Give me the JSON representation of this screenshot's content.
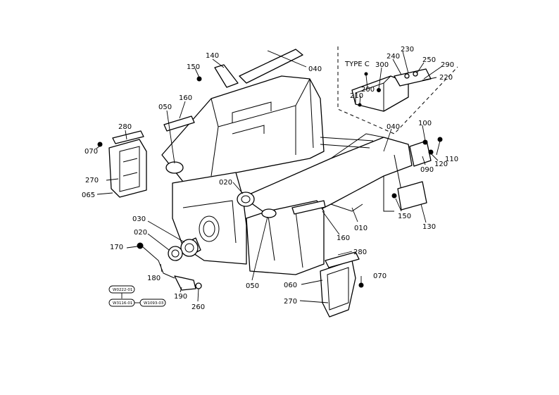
{
  "labels": {
    "l040a": "040",
    "l140": "140",
    "l150a": "150",
    "l160a": "160",
    "l050a": "050",
    "l280a": "280",
    "l070a": "070",
    "l270a": "270",
    "l065": "065",
    "l020a": "020",
    "l030": "030",
    "l020b": "020",
    "l170": "170",
    "l180": "180",
    "l190": "190",
    "l260": "260",
    "l050b": "050",
    "l060": "060",
    "l270b": "270",
    "l070b": "070",
    "l280b": "280",
    "l160b": "160",
    "l010": "010",
    "l150b": "150",
    "l130": "130",
    "l040b": "040",
    "l100": "100",
    "l110": "110",
    "l120": "120",
    "l090": "090",
    "l230": "230",
    "l240": "240",
    "l250": "250",
    "l290": "290",
    "l220": "220",
    "l300": "300",
    "l200": "200",
    "l210": "210"
  },
  "type_c_label": "TYPE C",
  "serial_refs": [
    "W0222-01",
    "W3116-01",
    "W1093-03"
  ]
}
